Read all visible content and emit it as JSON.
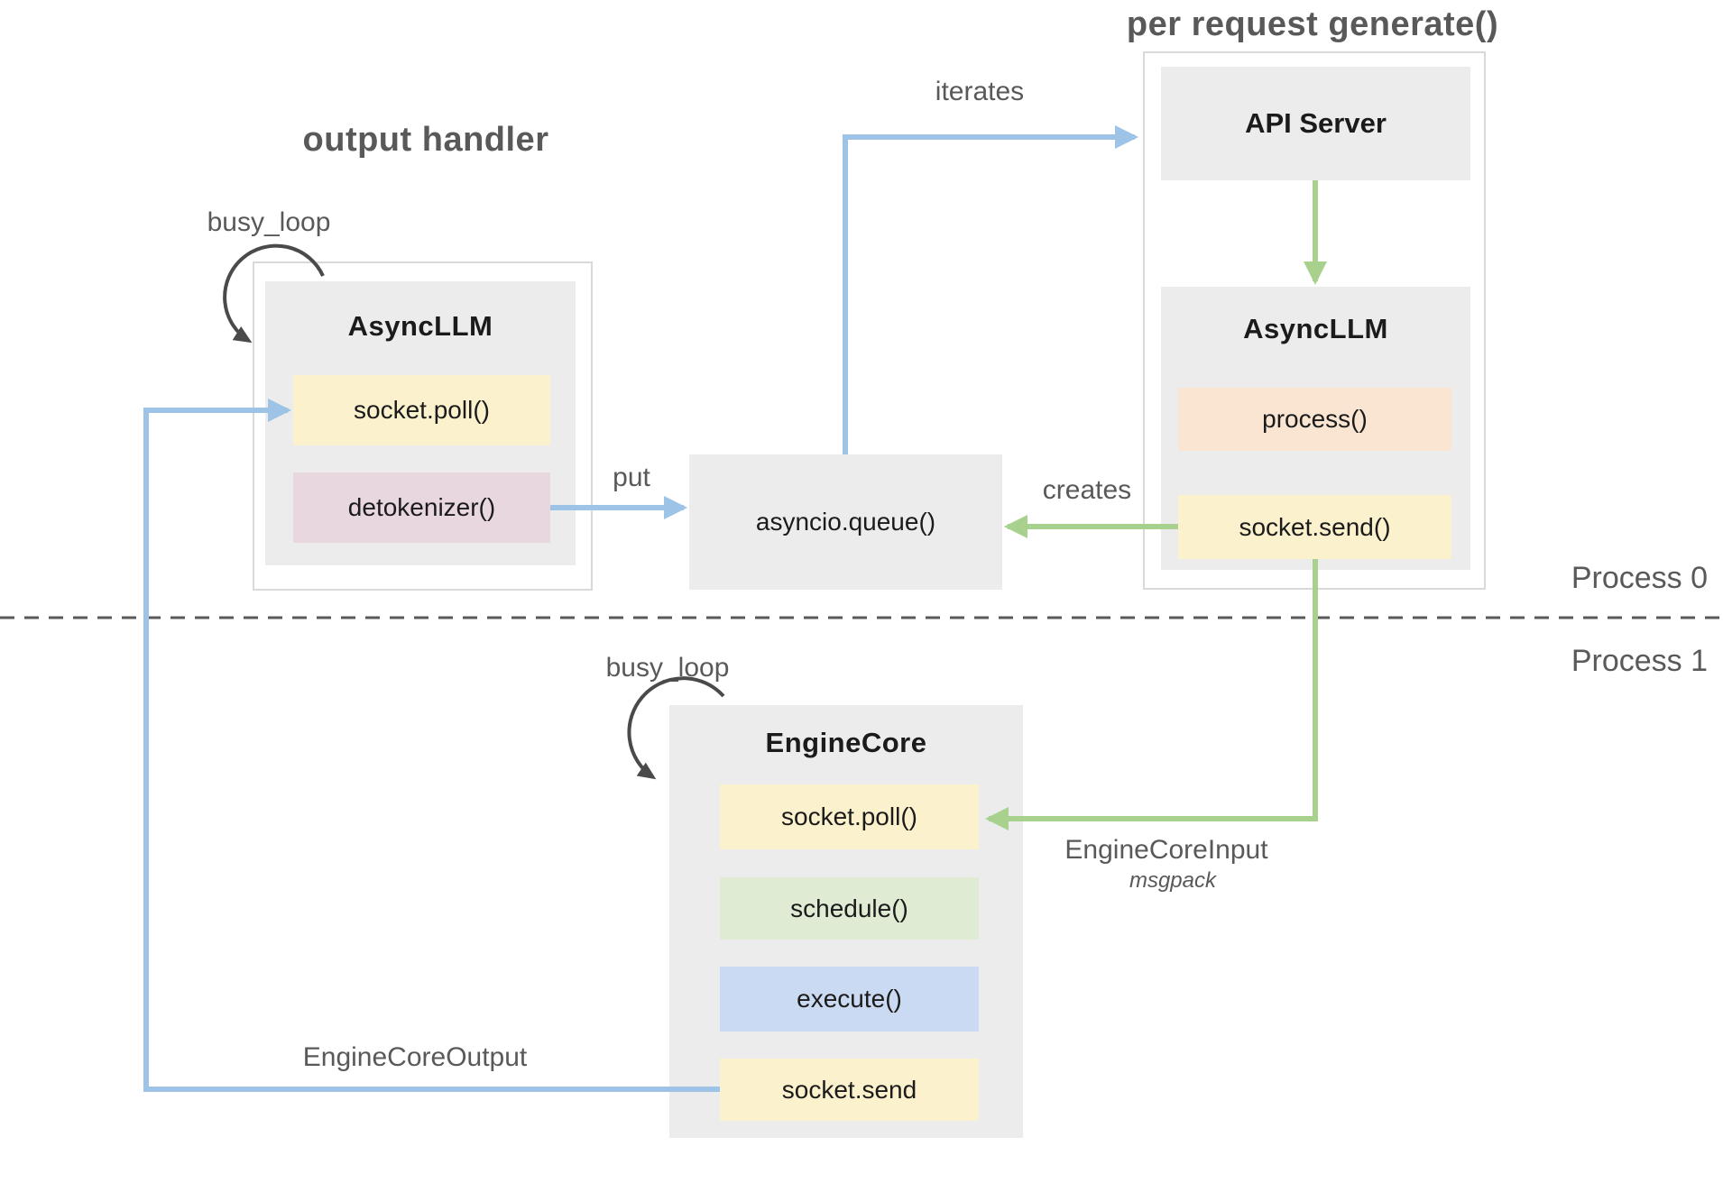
{
  "titles": {
    "output_handler": "output handler",
    "per_request_generate": "per request generate()"
  },
  "process_boundary": {
    "process_0": "Process 0",
    "process_1": "Process 1"
  },
  "edge_labels": {
    "busy_loop_left": "busy_loop",
    "busy_loop_bottom": "busy_loop",
    "iterates": "iterates",
    "put": "put",
    "creates": "creates",
    "engine_core_input": "EngineCoreInput",
    "engine_core_input_format": "msgpack",
    "engine_core_output": "EngineCoreOutput"
  },
  "nodes": {
    "api_server": {
      "title": "API Server"
    },
    "async_llm_request": {
      "title": "AsyncLLM",
      "methods": [
        "process()",
        "socket.send()"
      ]
    },
    "async_llm_output": {
      "title": "AsyncLLM",
      "methods": [
        "socket.poll()",
        "detokenizer()"
      ]
    },
    "asyncio_queue": {
      "title": "asyncio.queue()"
    },
    "engine_core": {
      "title": "EngineCore",
      "methods": [
        "socket.poll()",
        "schedule()",
        "execute()",
        "socket.send"
      ]
    }
  },
  "colors": {
    "container_fill": "#ECECEC",
    "container_border": "#D9D9D9",
    "yellow_fill": "#FBF1CD",
    "peach_fill": "#FAE5D2",
    "pink_fill": "#E9D7DF",
    "green_fill": "#DFECD3",
    "blue_fill": "#C9DAF2",
    "blue_arrow": "#9DC3E6",
    "green_arrow": "#A9D18E",
    "loop_arrow": "#4A4A4A",
    "gray_text": "#595959",
    "black_text": "#1B1B1B"
  }
}
